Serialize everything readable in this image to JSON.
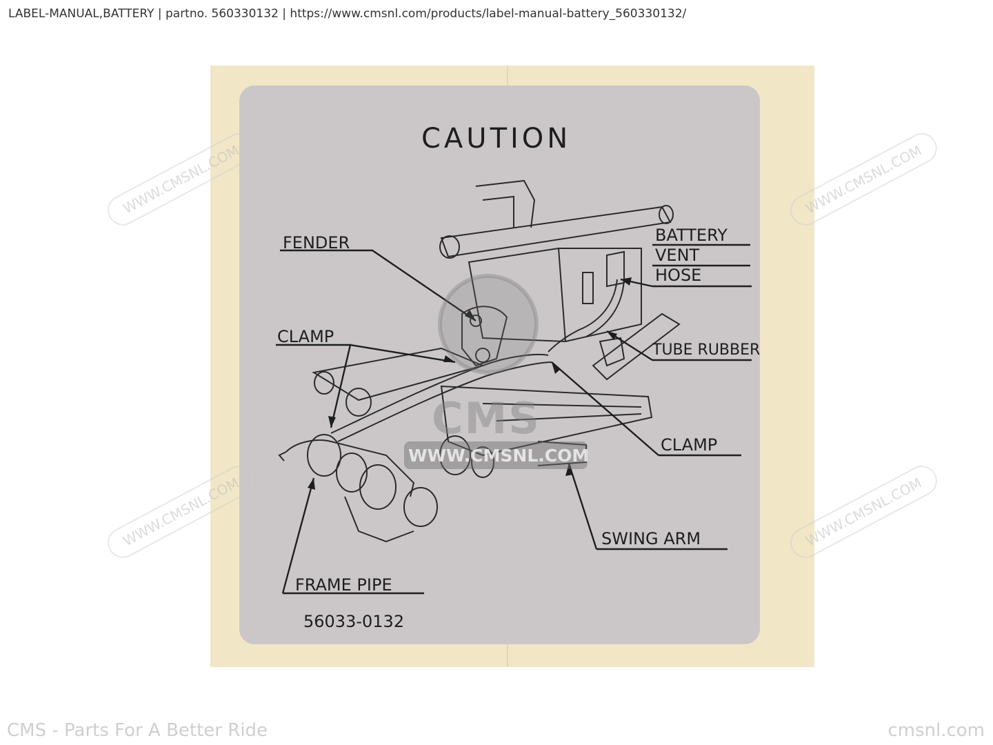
{
  "header": {
    "text": "LABEL-MANUAL,BATTERY | partno. 560330132  | https://www.cmsnl.com/products/label-manual-battery_560330132/"
  },
  "label": {
    "title": "CAUTION",
    "callouts": {
      "fender": "FENDER",
      "clamp_left": "CLAMP",
      "battery": "BATTERY",
      "vent": "VENT",
      "hose": "HOSE",
      "tube_rubber": "TUBE RUBBER",
      "clamp_right": "CLAMP",
      "swing_arm": "SWING ARM",
      "frame_pipe": "FRAME  PIPE"
    },
    "part_code": "56033-0132"
  },
  "watermarks": {
    "stamp": "WWW.CMSNL.COM",
    "badge_logo": "CMS",
    "badge_url": "WWW.CMSNL.COM"
  },
  "footer": {
    "left": "CMS - Parts For A Better Ride",
    "right": "cmsnl.com"
  },
  "colors": {
    "backing": "#f1e7c7",
    "label": "#cbc7c9",
    "ink": "#1e1e1e"
  }
}
